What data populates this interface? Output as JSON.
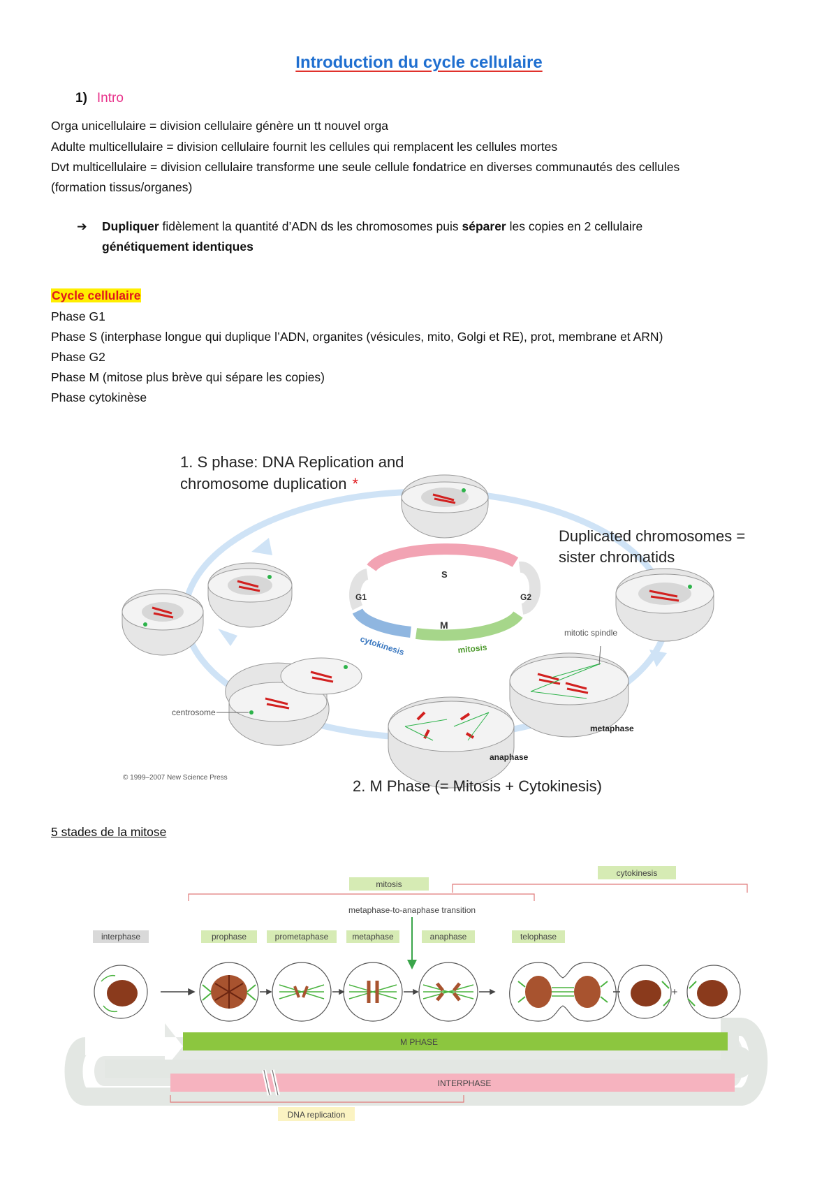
{
  "title": "Introduction du cycle cellulaire",
  "section1": {
    "number": "1)",
    "label": "Intro"
  },
  "intro_lines": [
    "Orga unicellulaire = division cellulaire génère un tt nouvel orga",
    "Adulte multicellulaire = division cellulaire fournit les cellules qui remplacent les cellules mortes",
    "Dvt multicellulaire = division cellulaire transforme une seule cellule fondatrice en diverses communautés des cellules",
    "(formation tissus/organes)"
  ],
  "arrow_point": {
    "b1": "Dupliquer",
    "t1": " fidèlement la quantité d’ADN ds les chromosomes puis ",
    "b2": "séparer",
    "t2": " les copies en 2 cellulaire",
    "b3": "génétiquement identiques"
  },
  "cycle_heading": "Cycle cellulaire",
  "phases": [
    "Phase G1",
    "Phase S (interphase longue qui duplique l’ADN, organites (vésicules, mito, Golgi et RE), prot, membrane et ARN)",
    "Phase G2",
    "Phase M (mitose plus brève qui sépare les copies)",
    "Phase cytokinèse"
  ],
  "fig1": {
    "s_phase_line1": "1. S phase: DNA Replication and",
    "s_phase_line2": "chromosome duplication",
    "asterisk": "*",
    "dup_line1": "Duplicated chromosomes =",
    "dup_line2": "sister chromatids",
    "ring_s": "S",
    "ring_g1": "G1",
    "ring_g2": "G2",
    "ring_m": "M",
    "ring_cytokinesis": "cytokinesis",
    "ring_mitosis": "mitosis",
    "label_mitotic_spindle": "mitotic spindle",
    "label_centrosome": "centrosome",
    "label_metaphase": "metaphase",
    "label_anaphase": "anaphase",
    "copyright": "© 1999–2007 New Science Press",
    "m_phase": "2. M Phase (= Mitosis + Cytokinesis)"
  },
  "stages_heading": "5 stades de la mitose",
  "fig2": {
    "mitosis": "mitosis",
    "cytokinesis": "cytokinesis",
    "transition": "metaphase-to-anaphase transition",
    "stages": [
      "interphase",
      "prophase",
      "prometaphase",
      "metaphase",
      "anaphase",
      "telophase"
    ],
    "plus": "+",
    "m_phase_bar": "M  PHASE",
    "interphase_bar": "INTERPHASE",
    "dna_replication": "DNA replication"
  },
  "colors": {
    "title_blue": "#1f6fd0",
    "underline_red": "#e0312b",
    "intro_pink": "#e8318a",
    "highlight_yellow": "#ffee00",
    "highlight_red_text": "#e0171c",
    "ring_s_pink": "#f2a3b3",
    "ring_cyto_blue": "#8fb6e0",
    "ring_mitosis_green": "#a6d68a",
    "mphase_green": "#8cc63f",
    "interphase_pink": "#f6b3bf",
    "label_box_green": "#d6ebb4",
    "dna_box_yellow": "#fbf3c2"
  }
}
